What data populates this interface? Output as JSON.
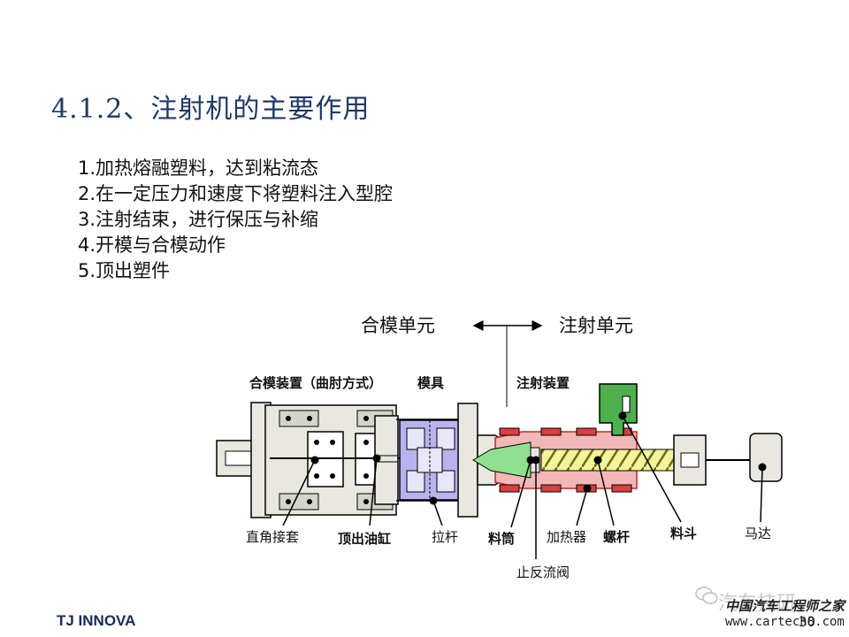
{
  "title": "4.1.2、注射机的主要作用",
  "items": [
    "1.加热熔融塑料，达到粘流态",
    "2.在一定压力和速度下将塑料注入型腔",
    "3.注射结束，进行保压与补缩",
    "4.开模与合模动作",
    "5.顶出塑件"
  ],
  "diagram": {
    "unit_left": "合模单元",
    "unit_right": "注射单元",
    "labels": {
      "clamp_device": "合模装置（曲肘方式）",
      "mold": "模具",
      "injection_device": "注射装置",
      "elbow_sleeve": "直角接套",
      "ejector_cylinder": "顶出油缸",
      "tie_bar": "拉杆",
      "barrel": "料筒",
      "heater": "加热器",
      "screw": "螺杆",
      "hopper": "料斗",
      "motor": "马达",
      "check_valve": "止反流阀"
    }
  },
  "footer": {
    "brand": "TJ INNOVA",
    "page_number": "30",
    "watermark_icon": "wechat-icon",
    "watermark_line1": "汽车技研",
    "watermark_line2": "中国汽车工程师之家",
    "watermark_line3": "www.cartech8.com"
  }
}
